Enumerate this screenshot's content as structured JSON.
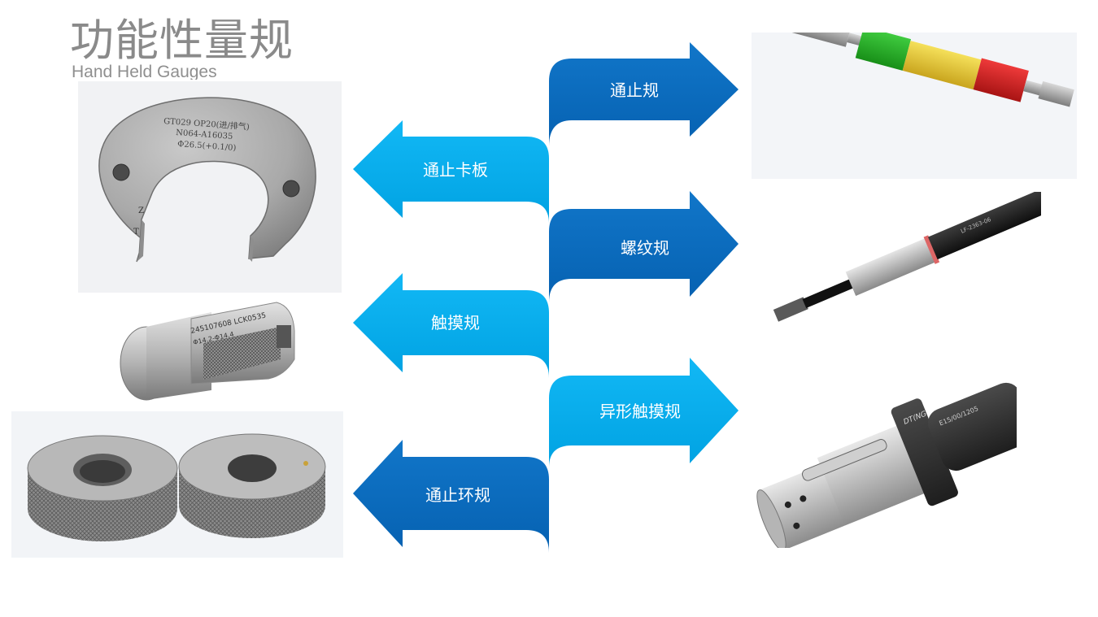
{
  "slide": {
    "title": "功能性量规",
    "subtitle": "Hand Held Gauges"
  },
  "colors": {
    "light_blue": "#00aeef",
    "dark_blue": "#0a6cc0",
    "title_gray": "#8a8a8a"
  },
  "left_arrows": [
    {
      "label": "通止卡板",
      "color": "light-blue"
    },
    {
      "label": "触摸规",
      "color": "light-blue"
    },
    {
      "label": "通止环规",
      "color": "dark-blue"
    }
  ],
  "right_arrows": [
    {
      "label": "通止规",
      "color": "dark-blue"
    },
    {
      "label": "螺纹规",
      "color": "dark-blue"
    },
    {
      "label": "异形触摸规",
      "color": "light-blue"
    }
  ],
  "photos": {
    "snap_gauge": {
      "line1": "GT029  OP20(进/排气)",
      "line2": "N064-A16035",
      "line3": "Φ26.5(+0.1/0)",
      "mark_z": "Z",
      "mark_t": "T"
    },
    "touch_gauge": {
      "line1": "245107608 LCK0535",
      "line2": "Φ14.2-Φ14.4"
    },
    "thread_gauge": {
      "label": "LF-2363-06"
    },
    "shaped_gauge": {
      "label1": "DT(NG",
      "label2": "E15/00/1205"
    }
  }
}
